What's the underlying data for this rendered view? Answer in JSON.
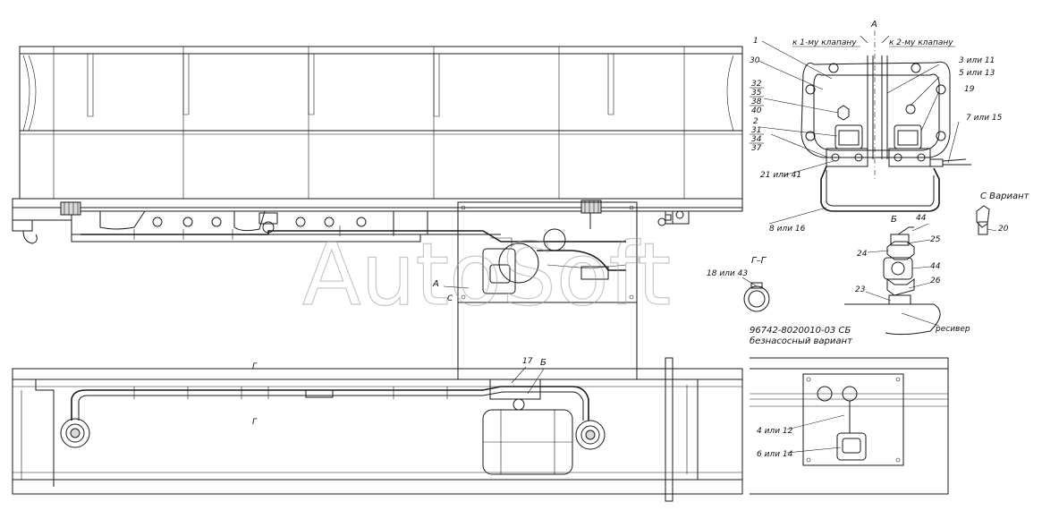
{
  "drawing": {
    "number": "96742-8020010-03 СБ",
    "subtitle": "безнасосный вариант",
    "watermark": "AutoSoft"
  },
  "views": {
    "view_a": "А",
    "view_b": "Б",
    "view_c": "С",
    "section_gg": "Г–Г",
    "variant_c": "С Вариант",
    "section_mark": "Г",
    "receiver": "ресивер"
  },
  "notes": {
    "valve1": "к 1-му клапану",
    "valve2": "к 2-му клапану"
  },
  "callouts": {
    "c1": "1",
    "c30": "30",
    "c32": "32",
    "c35": "35",
    "c38": "38",
    "c40": "40",
    "c2": "2",
    "c31": "31",
    "c34": "34",
    "c37": "37",
    "c21_41": "21 или 41",
    "c8_16": "8 или 16",
    "c3_11": "3 или 11",
    "c5_13": "5 или 13",
    "c19": "19",
    "c7_15": "7 или 15",
    "c44a": "44",
    "c25": "25",
    "c24": "24",
    "c44b": "44",
    "c26": "26",
    "c23": "23",
    "c20": "20",
    "c18_43": "18 или 43",
    "c17": "17",
    "c4_12": "4 или 12",
    "c6_14": "6 или 14"
  }
}
